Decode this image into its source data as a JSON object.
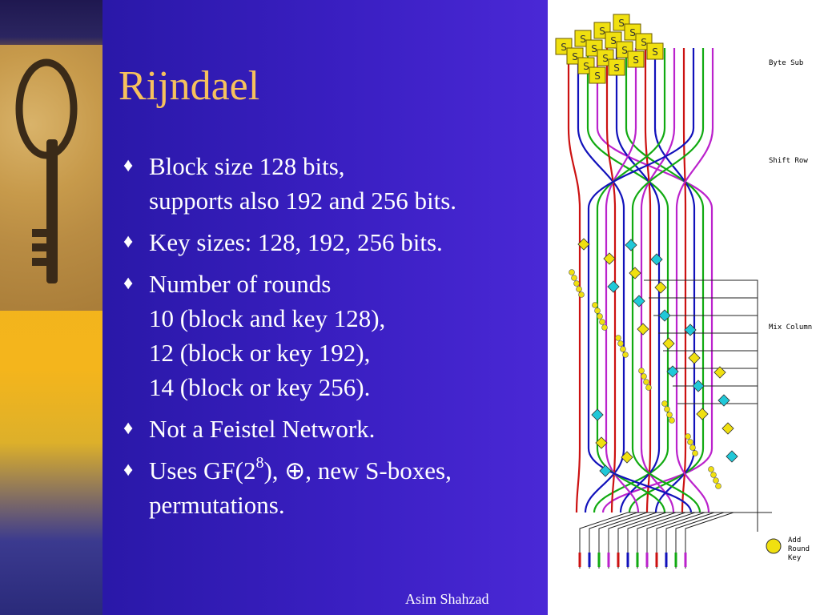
{
  "slide": {
    "title": "Rijndael",
    "bullets": [
      {
        "lines": [
          "Block size 128 bits,",
          "supports also 192 and 256 bits."
        ]
      },
      {
        "lines": [
          "Key sizes: 128, 192, 256 bits."
        ]
      },
      {
        "lines": [
          "Number of rounds",
          "10 (block and key 128),",
          "12 (block or key 192),",
          "14 (block or key 256)."
        ]
      },
      {
        "lines": [
          "Not a Feistel Network."
        ]
      },
      {
        "prefix": "Uses GF(2",
        "sup": "8",
        "suffix": "), ⊕, new S-boxes,",
        "lines2": [
          "permutations."
        ]
      }
    ],
    "bullet_symbol": "♦",
    "footer": "Asim Shahzad"
  },
  "diagram": {
    "labels": {
      "byte_sub": "Byte Sub",
      "shift_row": "Shift Row",
      "mix_column": "Mix Column",
      "add_round_key": "Add Round Key"
    },
    "sbox_letter": "S",
    "colors": {
      "red": "#cc1111",
      "blue": "#1111bb",
      "green": "#11aa11",
      "magenta": "#bb22cc",
      "yellow": "#f0e010",
      "cyan": "#20c8d8"
    }
  },
  "icons": {
    "left_image": "antique-key-icon"
  }
}
